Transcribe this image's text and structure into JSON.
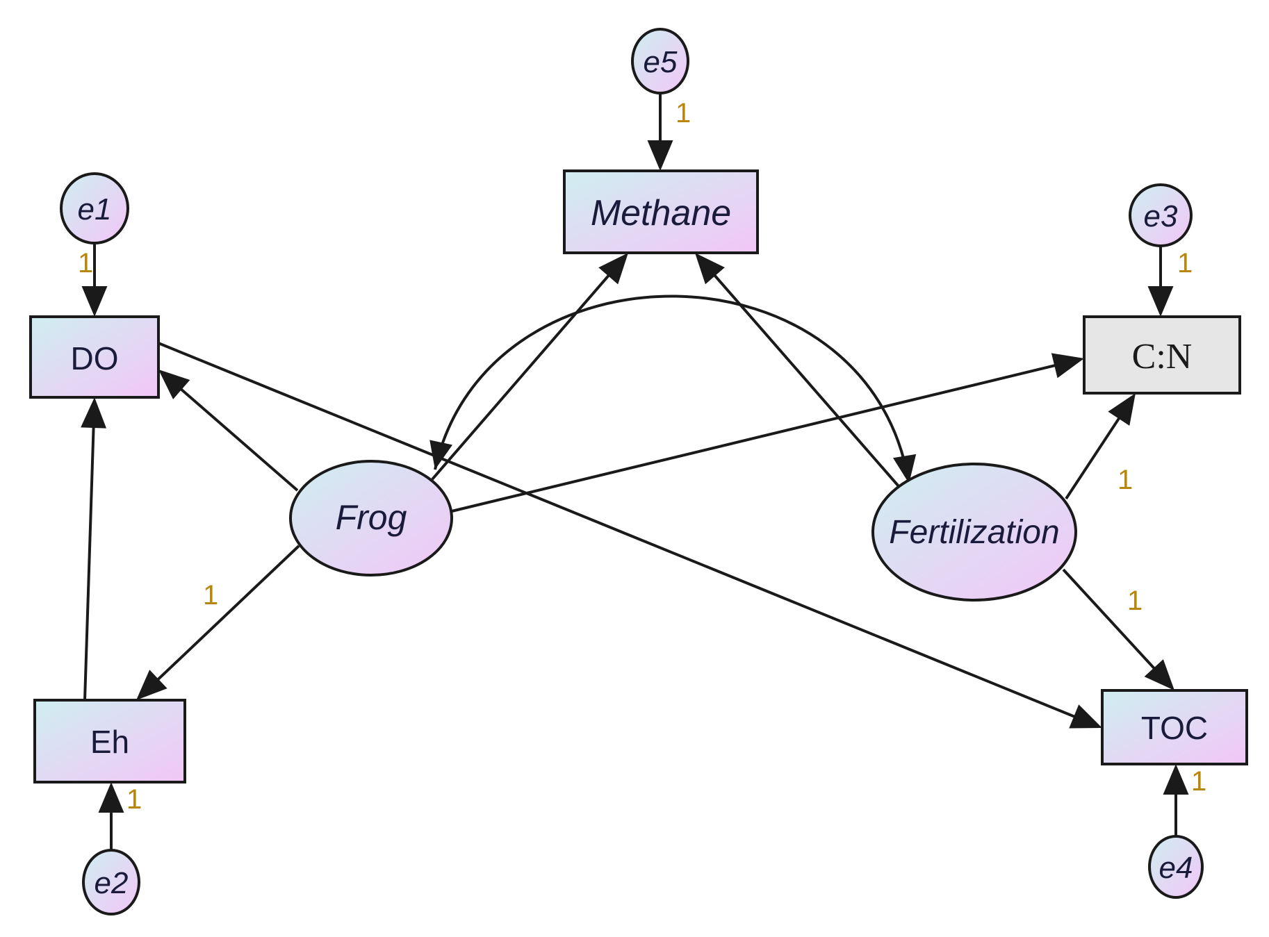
{
  "colors": {
    "node_gradient_start": "#cfeef0",
    "node_gradient_end": "#f2c6f7",
    "gray_node_fill": "#e6e6e6",
    "stroke": "#1a1a1a",
    "weight_label": "#b8860b"
  },
  "nodes": {
    "methane": {
      "label": "Methane",
      "shape": "rectangle",
      "italic": true
    },
    "do": {
      "label": "DO",
      "shape": "rectangle",
      "italic": false
    },
    "cn": {
      "label": "C:N",
      "shape": "rectangle",
      "italic": false,
      "serif": true
    },
    "eh": {
      "label": "Eh",
      "shape": "rectangle",
      "italic": false
    },
    "toc": {
      "label": "TOC",
      "shape": "rectangle",
      "italic": false
    },
    "frog": {
      "label": "Frog",
      "shape": "ellipse",
      "italic": true
    },
    "fertilization": {
      "label": "Fertilization",
      "shape": "ellipse",
      "italic": true
    },
    "e1": {
      "label": "e1",
      "shape": "ellipse",
      "italic": true
    },
    "e2": {
      "label": "e2",
      "shape": "ellipse",
      "italic": true
    },
    "e3": {
      "label": "e3",
      "shape": "ellipse",
      "italic": true
    },
    "e4": {
      "label": "e4",
      "shape": "ellipse",
      "italic": true
    },
    "e5": {
      "label": "e5",
      "shape": "ellipse",
      "italic": true
    }
  },
  "edges": [
    {
      "from": "e5",
      "to": "methane",
      "weight": "1"
    },
    {
      "from": "e1",
      "to": "do",
      "weight": "1"
    },
    {
      "from": "e3",
      "to": "cn",
      "weight": "1"
    },
    {
      "from": "e2",
      "to": "eh",
      "weight": "1"
    },
    {
      "from": "e4",
      "to": "toc",
      "weight": "1"
    },
    {
      "from": "frog",
      "to": "methane",
      "weight": ""
    },
    {
      "from": "frog",
      "to": "do",
      "weight": ""
    },
    {
      "from": "frog",
      "to": "cn",
      "weight": ""
    },
    {
      "from": "frog",
      "to": "eh",
      "weight": "1"
    },
    {
      "from": "eh",
      "to": "do",
      "weight": ""
    },
    {
      "from": "do",
      "to": "toc",
      "weight": ""
    },
    {
      "from": "fertilization",
      "to": "methane",
      "weight": ""
    },
    {
      "from": "fertilization",
      "to": "cn",
      "weight": "1"
    },
    {
      "from": "fertilization",
      "to": "toc",
      "weight": "1"
    },
    {
      "from": "frog",
      "to": "fertilization",
      "weight": "",
      "type": "covariance"
    }
  ]
}
